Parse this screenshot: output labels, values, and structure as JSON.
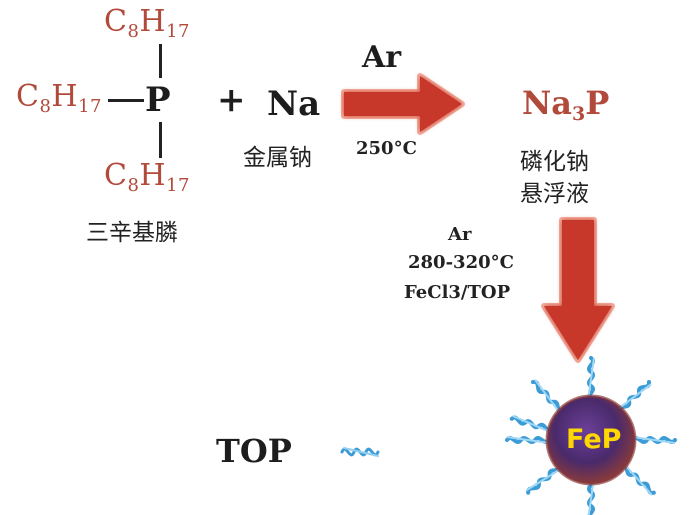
{
  "reactant": {
    "substituent": "C",
    "sub_8": "8",
    "h": "H",
    "sub_17": "17",
    "center_atom": "P",
    "name": "三辛基膦"
  },
  "plus": "+",
  "sodium": {
    "symbol": "Na",
    "name": "金属钠"
  },
  "step1": {
    "atmosphere": "Ar",
    "temperature": "250°C"
  },
  "product1": {
    "formula_a": "Na",
    "formula_sub": "3",
    "formula_b": "P",
    "name_line1": "磷化钠",
    "name_line2": "悬浮液"
  },
  "step2": {
    "atmosphere": "Ar",
    "temperature": "280-320°C",
    "reagent": "FeCl3/TOP"
  },
  "ligand_label": "TOP",
  "particle_label": "FeP",
  "colors": {
    "chain_text": "#b24a3c",
    "arrow_fill": "#c8372a",
    "arrow_glow": "#f2b0a0",
    "ligand_blue": "#3d9bd6",
    "particle_core": "#4a2a6b",
    "particle_rim": "#8a3a3a",
    "particle_text": "#ffd700"
  }
}
